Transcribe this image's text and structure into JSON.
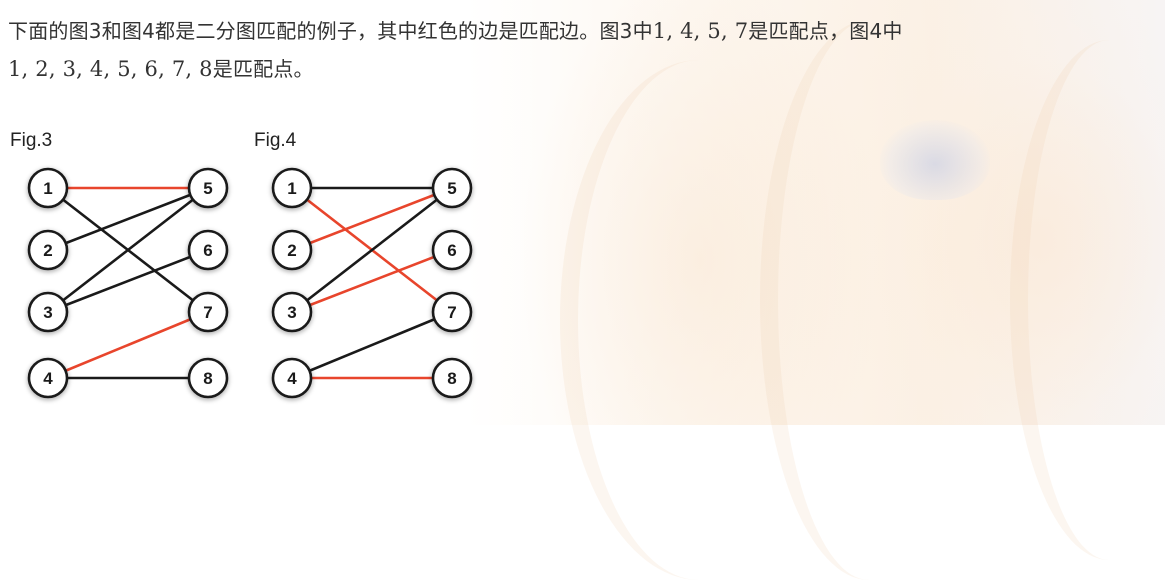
{
  "text": {
    "line1_prefix": "下面的图3和图4都是二分图匹配的例子，其中红色的边是匹配边。图3中",
    "line1_math": "1, 4, 5, 7",
    "line1_middle": "是匹配点，图4中",
    "line2_math": "1, 2, 3, 4, 5, 6, 7, 8",
    "line2_suffix": "是匹配点。"
  },
  "colors": {
    "matched_edge": "#e8452c",
    "unmatched_edge": "#1a1a1a",
    "node_border": "#1a1a1a"
  },
  "figures": [
    {
      "label": "Fig.3",
      "left_nodes": [
        "1",
        "2",
        "3",
        "4"
      ],
      "right_nodes": [
        "5",
        "6",
        "7",
        "8"
      ],
      "edges": [
        {
          "from": "1",
          "to": "5",
          "matched": true
        },
        {
          "from": "1",
          "to": "7",
          "matched": false
        },
        {
          "from": "2",
          "to": "5",
          "matched": false
        },
        {
          "from": "3",
          "to": "5",
          "matched": false
        },
        {
          "from": "3",
          "to": "6",
          "matched": false
        },
        {
          "from": "4",
          "to": "7",
          "matched": true
        },
        {
          "from": "4",
          "to": "8",
          "matched": false
        }
      ]
    },
    {
      "label": "Fig.4",
      "left_nodes": [
        "1",
        "2",
        "3",
        "4"
      ],
      "right_nodes": [
        "5",
        "6",
        "7",
        "8"
      ],
      "edges": [
        {
          "from": "1",
          "to": "5",
          "matched": false
        },
        {
          "from": "1",
          "to": "7",
          "matched": true
        },
        {
          "from": "2",
          "to": "5",
          "matched": true
        },
        {
          "from": "3",
          "to": "5",
          "matched": false
        },
        {
          "from": "3",
          "to": "6",
          "matched": true
        },
        {
          "from": "4",
          "to": "7",
          "matched": false
        },
        {
          "from": "4",
          "to": "8",
          "matched": true
        }
      ]
    }
  ]
}
